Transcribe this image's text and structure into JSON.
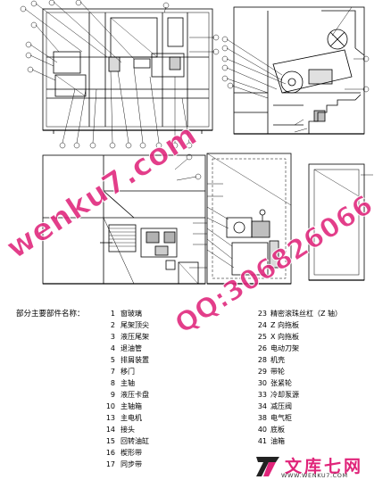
{
  "parts_title": "部分主要部件名称：",
  "parts_left": [
    {
      "no": "1",
      "name": "窗玻璃"
    },
    {
      "no": "2",
      "name": "尾架顶尖"
    },
    {
      "no": "3",
      "name": "液压尾架"
    },
    {
      "no": "4",
      "name": "退油管"
    },
    {
      "no": "5",
      "name": "排屑装置"
    },
    {
      "no": "7",
      "name": "移门"
    },
    {
      "no": "8",
      "name": "主轴"
    },
    {
      "no": "9",
      "name": "液压卡盘"
    },
    {
      "no": "10",
      "name": "主轴箱"
    },
    {
      "no": "13",
      "name": "主电机"
    },
    {
      "no": "14",
      "name": "接头"
    },
    {
      "no": "15",
      "name": "回转油缸"
    },
    {
      "no": "16",
      "name": "楔形带"
    },
    {
      "no": "17",
      "name": "同步带"
    }
  ],
  "parts_right": [
    {
      "no": "23",
      "name": "精密滚珠丝杠（Z 轴）"
    },
    {
      "no": "24",
      "name": "Z 向拖板"
    },
    {
      "no": "25",
      "name": "X 向拖板"
    },
    {
      "no": "26",
      "name": "电动刀架"
    },
    {
      "no": "28",
      "name": "机壳"
    },
    {
      "no": "29",
      "name": "带轮"
    },
    {
      "no": "30",
      "name": "张紧轮"
    },
    {
      "no": "33",
      "name": "冷却泵源"
    },
    {
      "no": "34",
      "name": "减压阀"
    },
    {
      "no": "38",
      "name": "电气柜"
    },
    {
      "no": "40",
      "name": "底板"
    },
    {
      "no": "41",
      "name": "油箱"
    }
  ],
  "watermark": {
    "site": "wenku7.com",
    "qq": "QQ:306826066"
  },
  "logo": {
    "name": "文库七网",
    "url": "WWW.WENKU7.COM"
  },
  "colors": {
    "line": "#000000",
    "watermark": "#e0247a",
    "background": "#ffffff"
  }
}
